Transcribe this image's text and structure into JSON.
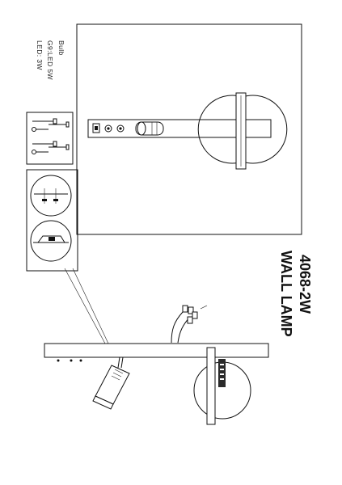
{
  "product": {
    "code": "4068-2W",
    "name": "WALL LAMP"
  },
  "bulb_spec": {
    "heading": "Bulb",
    "line1": "G9:LED 5W",
    "line2": "LED: 3W"
  },
  "colors": {
    "ink": "#111111",
    "paper": "#ffffff",
    "pcb": "#2a2a2a"
  },
  "icons": [
    "screw-pack-icon",
    "bracket-detail-icon",
    "mounting-plate-detail-icon",
    "usb-port-icon",
    "switch-icon",
    "spotlight-icon",
    "globe-shade-icon",
    "wire-connector-icon"
  ]
}
